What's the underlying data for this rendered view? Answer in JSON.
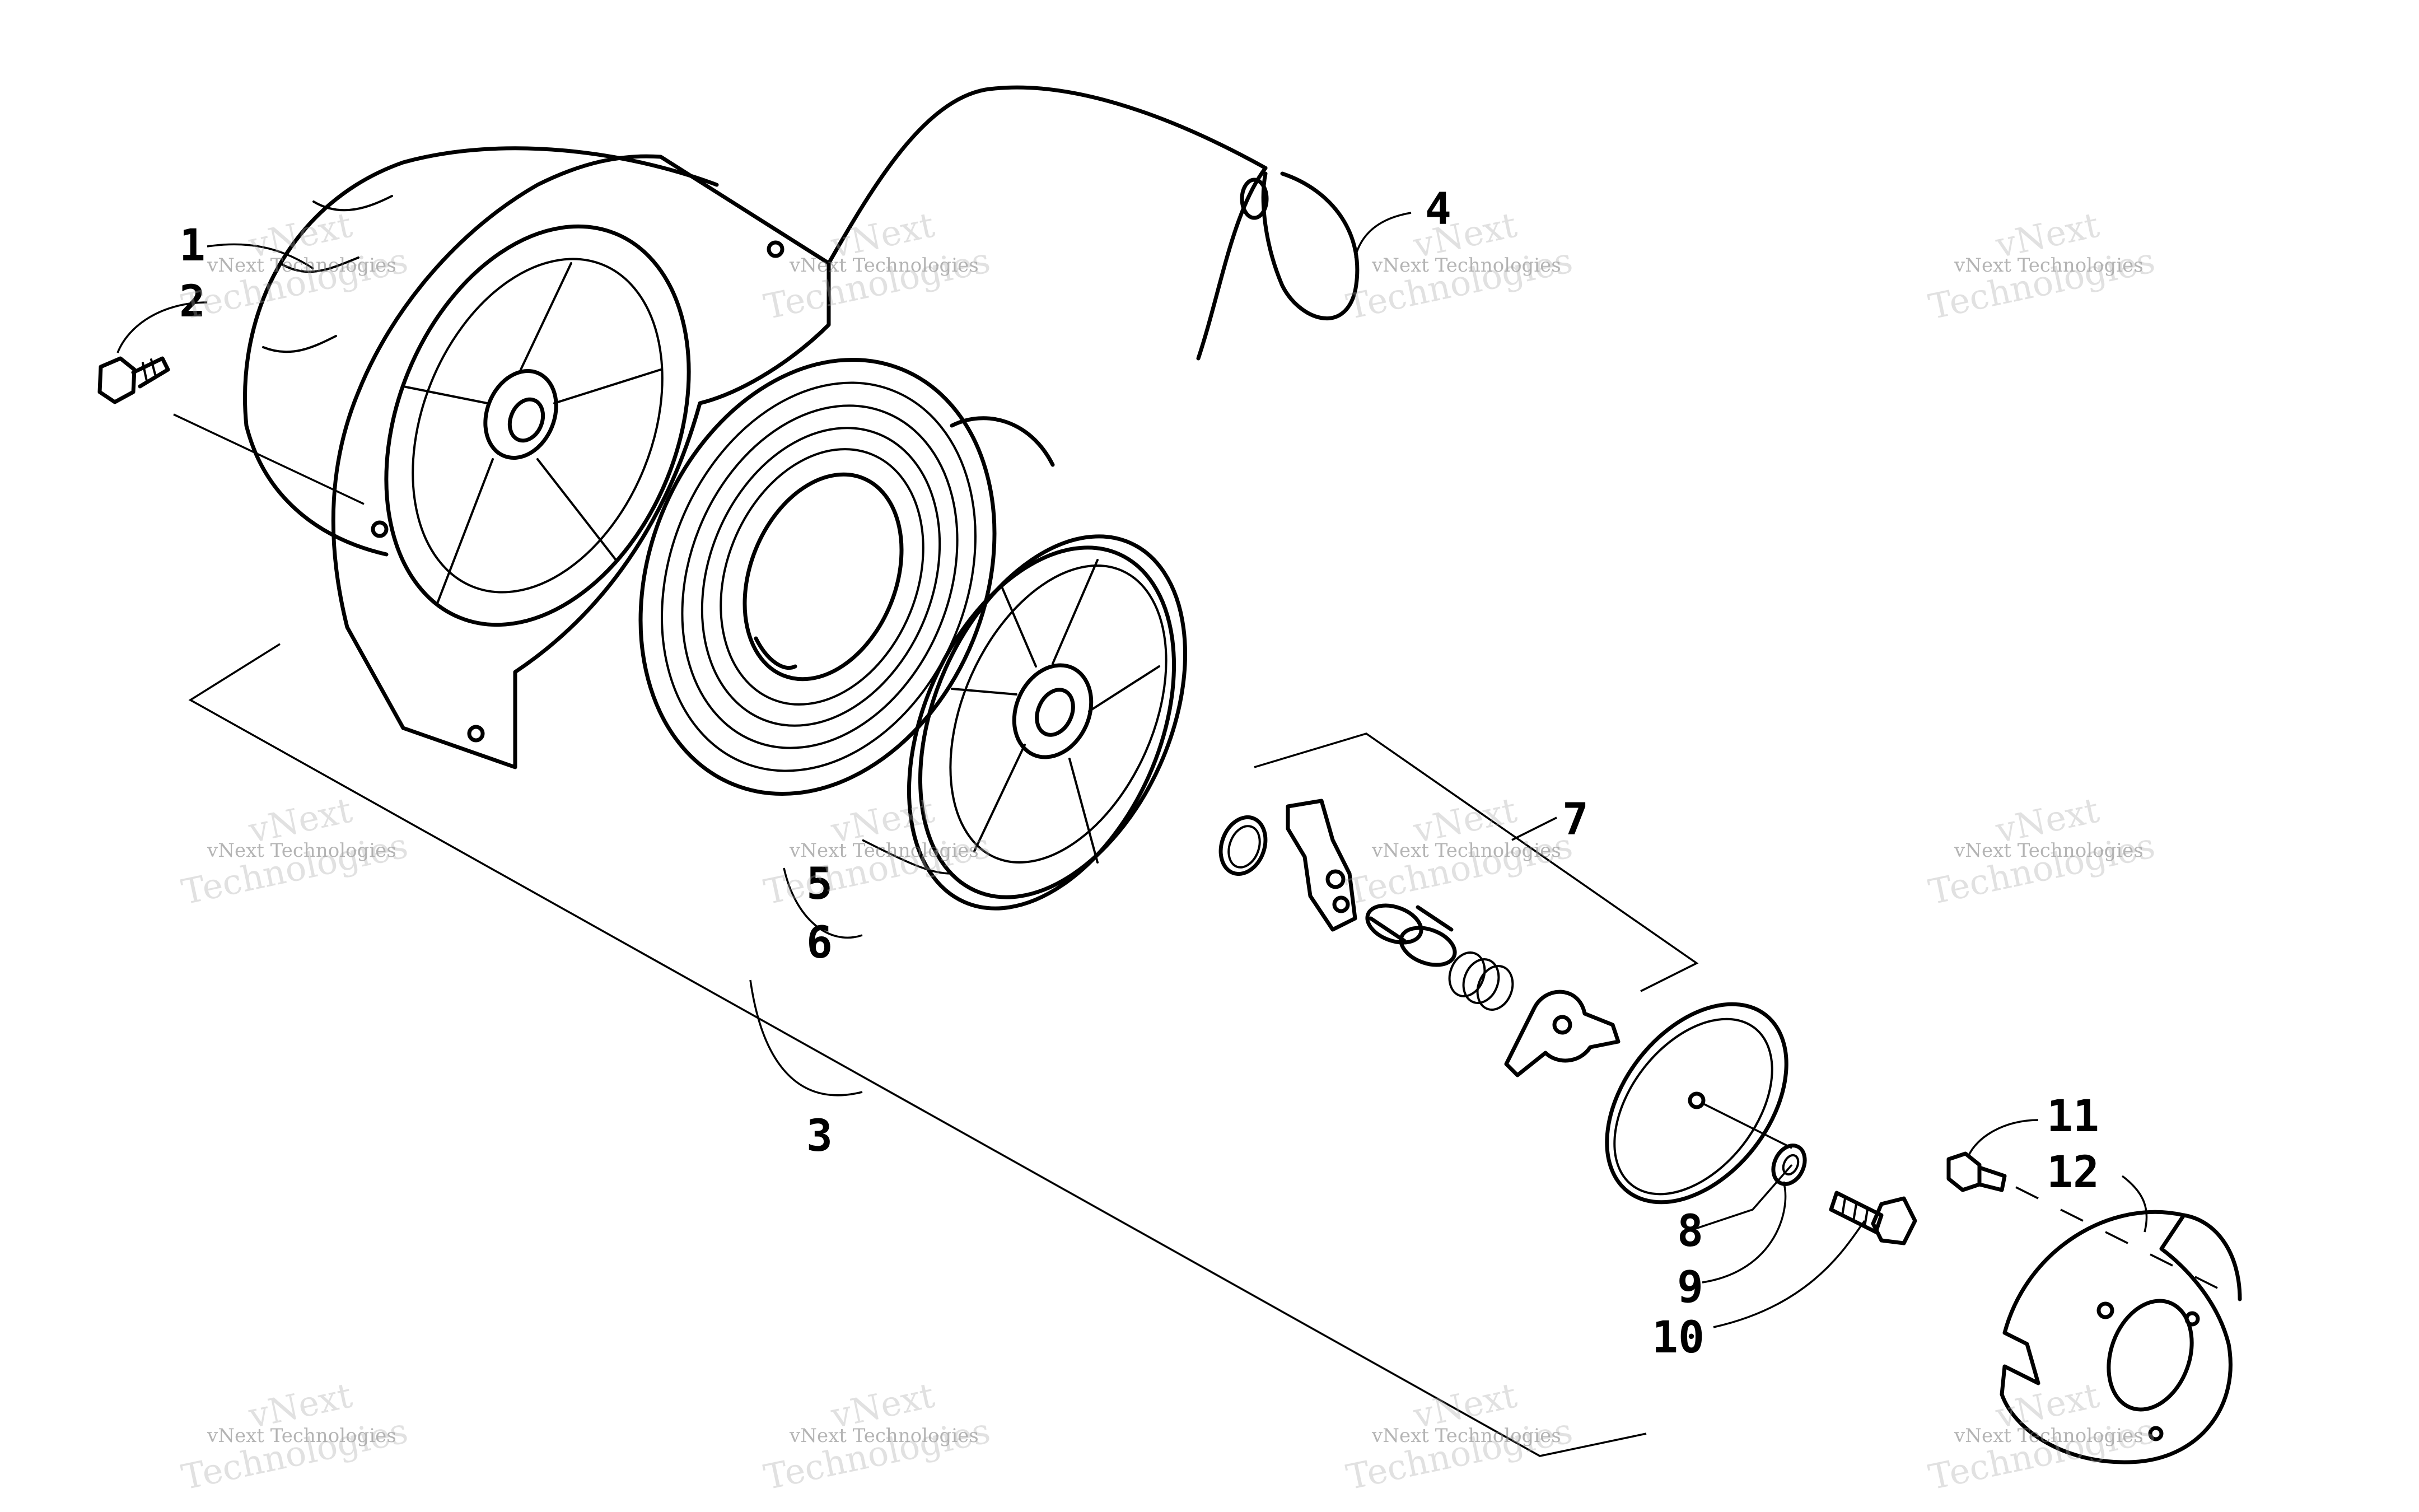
{
  "diagram": {
    "callouts": [
      {
        "id": "1",
        "label": "1"
      },
      {
        "id": "2",
        "label": "2"
      },
      {
        "id": "3",
        "label": "3"
      },
      {
        "id": "4",
        "label": "4"
      },
      {
        "id": "5",
        "label": "5"
      },
      {
        "id": "6",
        "label": "6"
      },
      {
        "id": "7",
        "label": "7"
      },
      {
        "id": "8",
        "label": "8"
      },
      {
        "id": "9",
        "label": "9"
      },
      {
        "id": "10",
        "label": "10"
      },
      {
        "id": "11",
        "label": "11"
      },
      {
        "id": "12",
        "label": "12"
      }
    ],
    "watermark": {
      "line1": "vNext Technologies",
      "big_a": "vNext",
      "big_b": "Technologies"
    }
  }
}
